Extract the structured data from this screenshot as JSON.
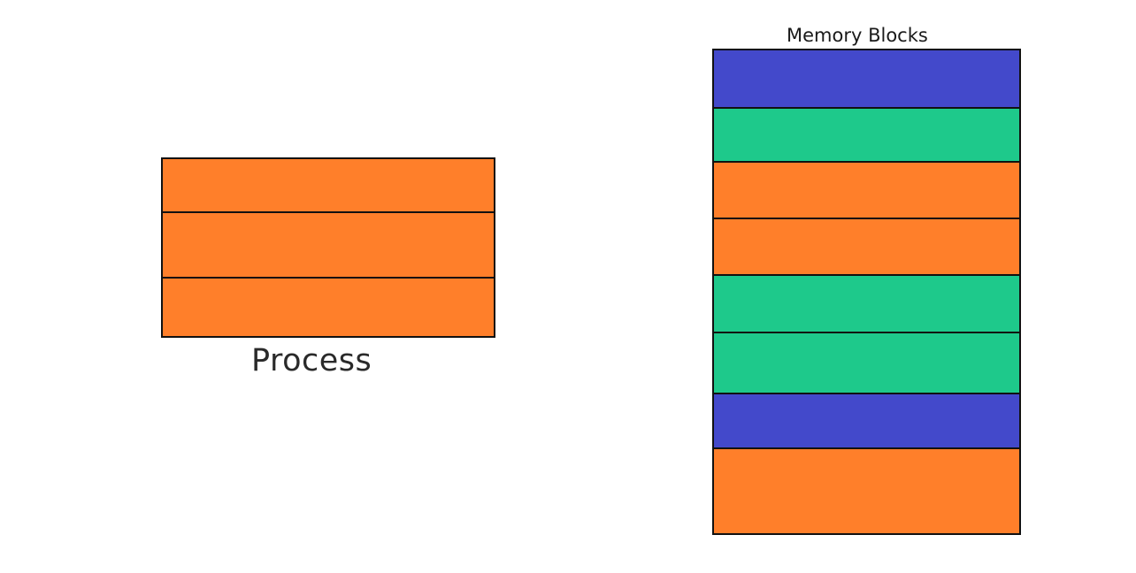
{
  "labels": {
    "process": "Process",
    "memory": "Memory Blocks"
  },
  "colors": {
    "orange": "#FF7F2A",
    "green": "#1EC98B",
    "blue": "#4349CB",
    "outline": "#111111"
  },
  "process_blocks": [
    "orange",
    "orange",
    "orange"
  ],
  "memory_blocks": [
    "blue",
    "green",
    "orange",
    "orange",
    "green",
    "green",
    "blue",
    "orange"
  ]
}
